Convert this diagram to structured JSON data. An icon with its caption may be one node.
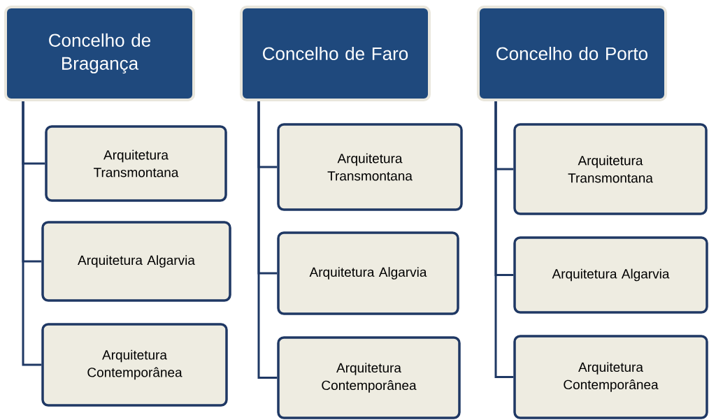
{
  "diagram": {
    "nodes": [
      {
        "text": [
          "Concelho de Bragança"
        ]
      },
      {
        "text": [
          "Arquitetura Transmontana"
        ]
      },
      {
        "text": [
          "Arquitetura Algarvia"
        ]
      },
      {
        "text": [
          "Arquitetura Contemporânea"
        ]
      },
      {
        "text": [
          "Concelho de Faro"
        ]
      },
      {
        "text": [
          "Arquitetura Transmontana"
        ]
      },
      {
        "text": [
          "Arquitetura Algarvia"
        ]
      },
      {
        "text": [
          "Arquitetura Contemporânea"
        ]
      },
      {
        "text": [
          "Concelho do Porto"
        ]
      },
      {
        "text": [
          "Arquitetura Transmontana"
        ]
      },
      {
        "text": [
          "Arquitetura Algarvia"
        ]
      },
      {
        "text": [
          "Arquitetura Contemporânea"
        ]
      }
    ],
    "edges": [
      {
        "from": 0,
        "to": 1,
        "arrow": "none"
      },
      {
        "from": 0,
        "to": 2,
        "arrow": "none"
      },
      {
        "from": 0,
        "to": 3,
        "arrow": "none"
      },
      {
        "from": 4,
        "to": 5,
        "arrow": "none"
      },
      {
        "from": 4,
        "to": 6,
        "arrow": "none"
      },
      {
        "from": 4,
        "to": 7,
        "arrow": "none"
      },
      {
        "from": 8,
        "to": 9,
        "arrow": "none"
      },
      {
        "from": 8,
        "to": 10,
        "arrow": "none"
      },
      {
        "from": 8,
        "to": 11,
        "arrow": "none"
      }
    ]
  }
}
